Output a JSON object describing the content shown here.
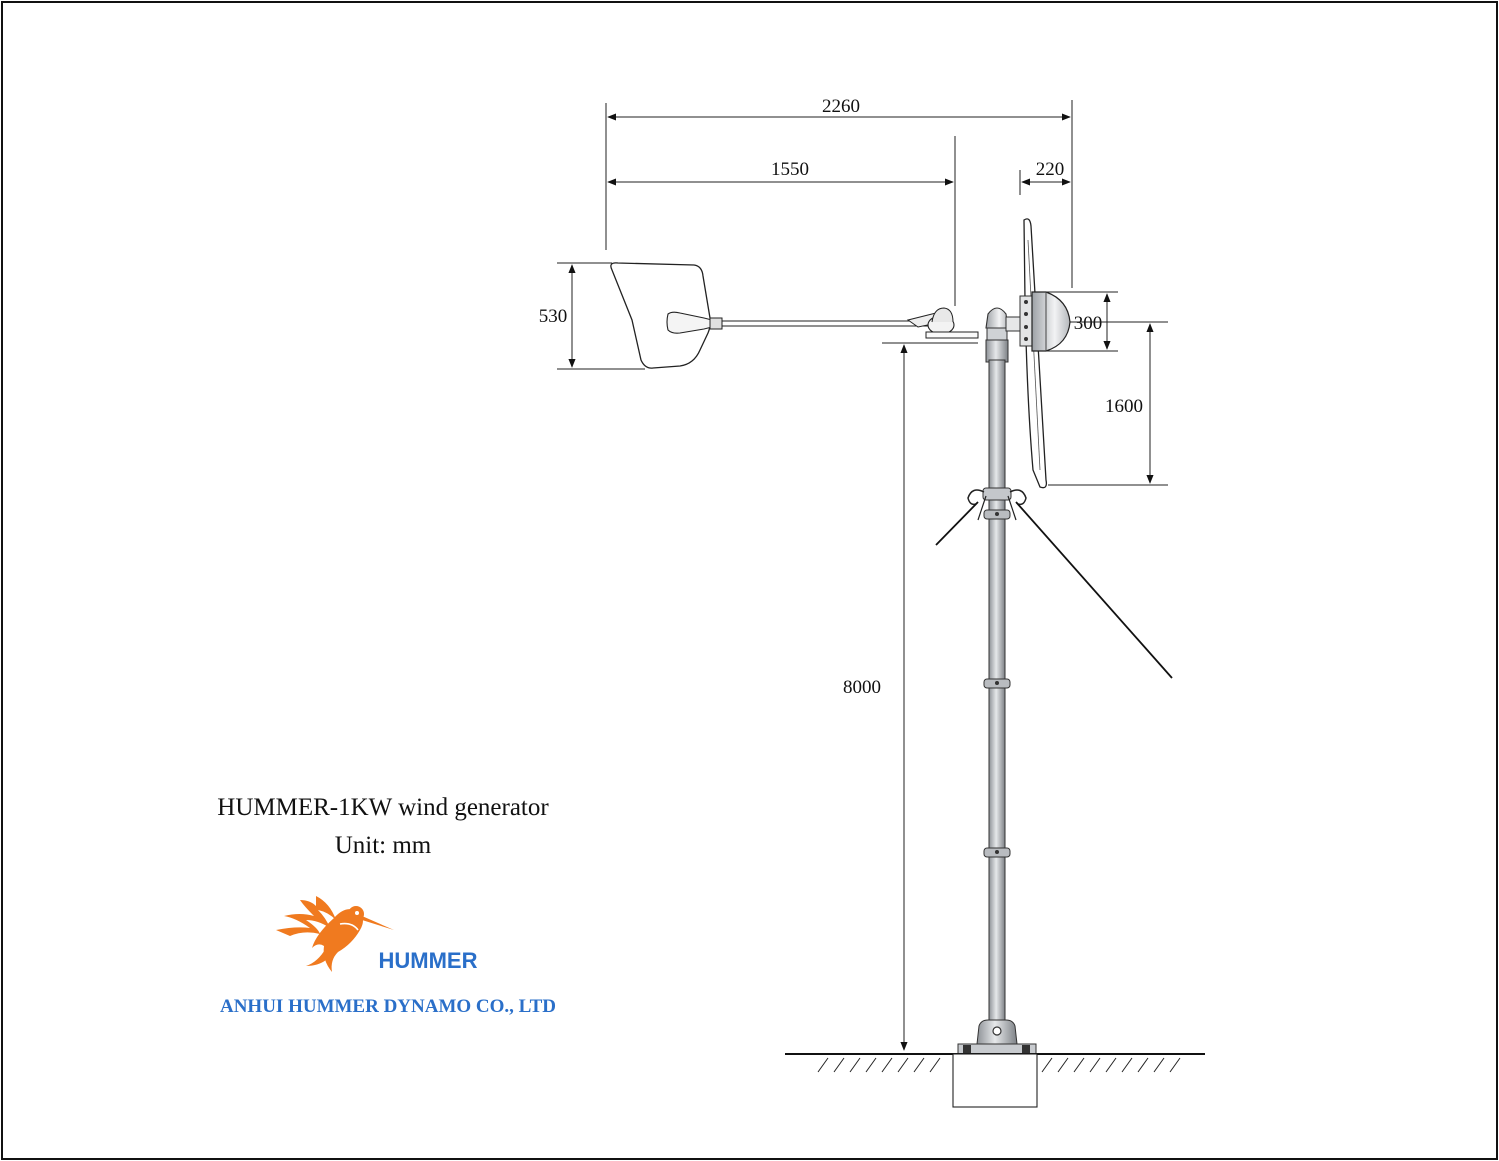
{
  "dimensions": {
    "overall_length": "2260",
    "tail_boom_length": "1550",
    "hub_offset": "220",
    "tail_height": "530",
    "nose_height": "300",
    "blade_radius": "1600",
    "tower_height": "8000"
  },
  "caption": {
    "title": "HUMMER-1KW wind generator",
    "unit": "Unit: mm"
  },
  "brand": {
    "logo_text": "HUMMER",
    "company": "ANHUI HUMMER DYNAMO CO., LTD",
    "logo_color": "#F07A1F",
    "text_color": "#2A6FC9"
  }
}
